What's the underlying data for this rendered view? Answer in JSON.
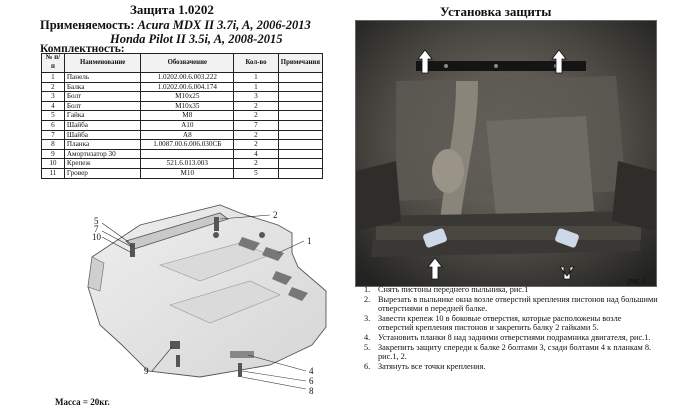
{
  "header": {
    "title": "Защита 1.0202",
    "applicability_label": "Применяемость:",
    "applicability_line1": "Acura MDX II 3.7i,  A, 2006-2013",
    "applicability_line2": "Honda Pilot II 3.5i, A, 2008-2015",
    "kit_label": "Комплектность:"
  },
  "parts_table": {
    "headers": {
      "num": "№ п/п",
      "name": "Наименование",
      "designation": "Обозначение",
      "qty": "Кол-во",
      "notes": "Примечания"
    },
    "rows": [
      {
        "num": "1",
        "name": "Панель",
        "designation": "1.0202.00.6.003.222",
        "qty": "1",
        "notes": ""
      },
      {
        "num": "2",
        "name": "Балка",
        "designation": "1.0202.00.6.004.174",
        "qty": "1",
        "notes": ""
      },
      {
        "num": "3",
        "name": "Болт",
        "designation": "M10x25",
        "qty": "3",
        "notes": ""
      },
      {
        "num": "4",
        "name": "Болт",
        "designation": "M10x35",
        "qty": "2",
        "notes": ""
      },
      {
        "num": "5",
        "name": "Гайка",
        "designation": "M8",
        "qty": "2",
        "notes": ""
      },
      {
        "num": "6",
        "name": "Шайба",
        "designation": "A10",
        "qty": "7",
        "notes": ""
      },
      {
        "num": "7",
        "name": "Шайба",
        "designation": "A8",
        "qty": "2",
        "notes": ""
      },
      {
        "num": "8",
        "name": "Планка",
        "designation": "1.0087.00.6.006.030СБ",
        "qty": "2",
        "notes": ""
      },
      {
        "num": "9",
        "name": "Амортизатор 30",
        "designation": "",
        "qty": "4",
        "notes": ""
      },
      {
        "num": "10",
        "name": "Крепеж",
        "designation": "521.6.013.003",
        "qty": "2",
        "notes": ""
      },
      {
        "num": "11",
        "name": "Гровер",
        "designation": "M10",
        "qty": "5",
        "notes": ""
      }
    ]
  },
  "drawing": {
    "callouts": {
      "c5": "5",
      "c7": "7",
      "c10": "10",
      "c2": "2",
      "c1": "1",
      "c9": "9",
      "c4": "4",
      "c6": "6",
      "c8": "8"
    },
    "mass": "Масса = 20кг."
  },
  "installation": {
    "title": "Установка защиты",
    "photo_caption": "рис.1",
    "steps": [
      {
        "n": "1.",
        "text": "Снять пистоны переднего пыльника, рис.1"
      },
      {
        "n": "2.",
        "text": "Вырезать в пыльнике окна возле отверстий крепления пистонов над большими отверстиями в передней балке."
      },
      {
        "n": "3.",
        "text": "Завести крепеж 10 в боковые отверстия, которые расположены возле отверстий крепления пистонов и закрепить балку 2 гайками 5."
      },
      {
        "n": "4.",
        "text": "Установить планки 8 над задними отверстиями подрамника двигателя,  рис.1."
      },
      {
        "n": "5.",
        "text": "Закрепить защиту спереди к балке 2 болтами 3, сзади болтами 4 к планкам 8. рис.1, 2."
      },
      {
        "n": "6.",
        "text": "Затянуть все точки крепления."
      }
    ]
  },
  "colors": {
    "panel_fill": "#e4e4e4",
    "photo_bg": "#3a3a36",
    "beam": "#141414",
    "bracket": "#cfd8e8"
  }
}
